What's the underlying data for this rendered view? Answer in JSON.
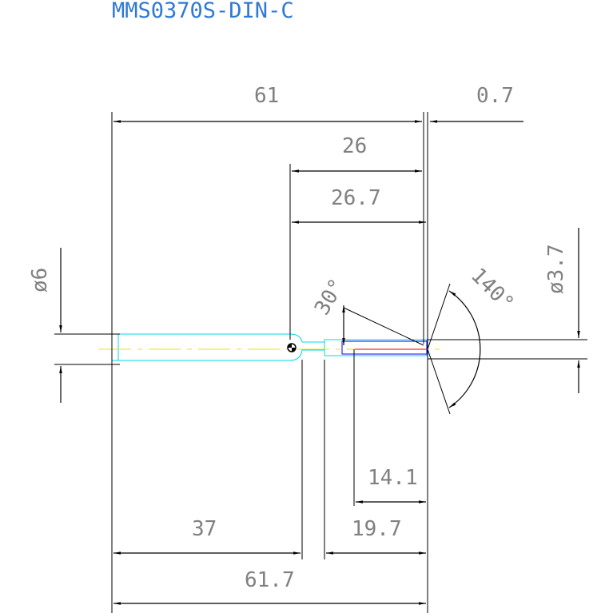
{
  "title": "MMS0370S-DIN-C",
  "dimensions": {
    "overall_length": "61",
    "tip_gap": "0.7",
    "flute_to_edge": "26",
    "flute_to_tip": "26.7",
    "shank_diameter": "ø6",
    "tip_diameter": "ø3.7",
    "chamfer_angle": "30°",
    "point_angle": "140°",
    "flute_length": "14.1",
    "head_length": "19.7",
    "shank_length": "37",
    "total_length": "61.7"
  },
  "colors": {
    "dimension_line": "#000000",
    "dimension_text": "#808080",
    "title": "#2f78d6",
    "tool_outline": "#00d8e8",
    "centerline": "#f0e000",
    "cutting_edge": "#e00000",
    "flute_edge": "#0000ff"
  }
}
